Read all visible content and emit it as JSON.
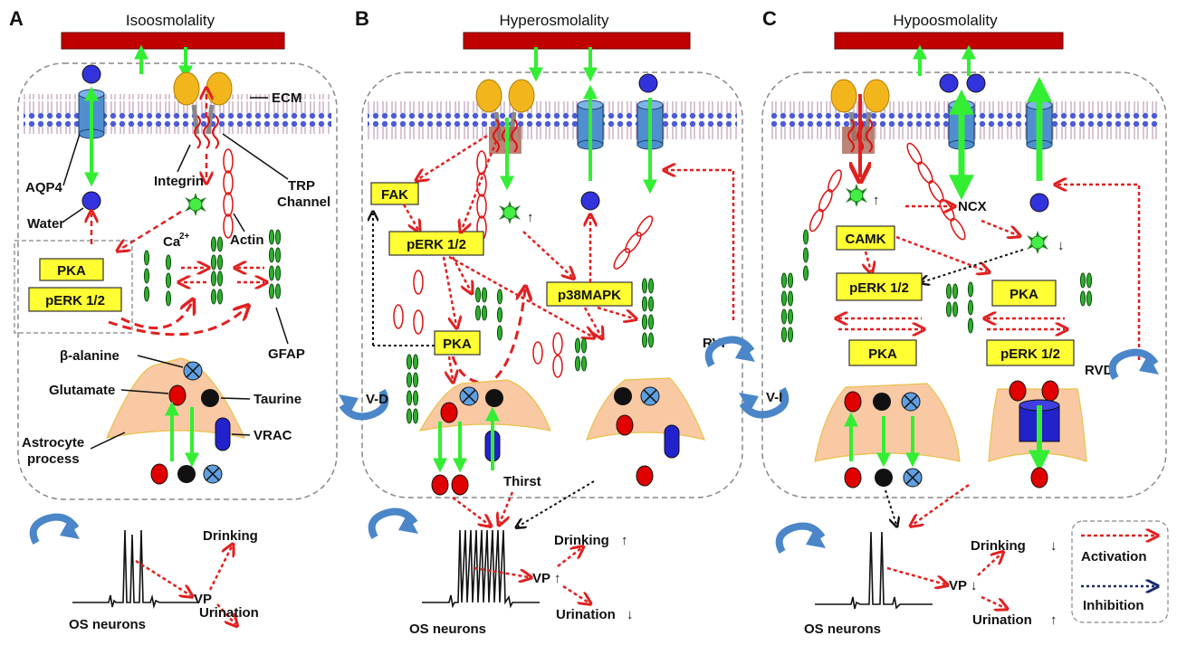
{
  "panels": [
    {
      "letter": "A",
      "title": "Isoosmolality"
    },
    {
      "letter": "B",
      "title": "Hyperosmolality"
    },
    {
      "letter": "C",
      "title": "Hypoosmolality"
    }
  ],
  "labels": {
    "ecm": "ECM",
    "aqp4": "AQP4",
    "integrin": "Integrin",
    "trp_line1": "TRP",
    "trp_line2": "Channel",
    "water": "Water",
    "ca": "Ca",
    "ca_sup": "2+",
    "actin": "Actin",
    "gfap": "GFAP",
    "beta_alanine": "β-alanine",
    "glutamate": "Glutamate",
    "taurine": "Taurine",
    "vrac": "VRAC",
    "astro_line1": "Astrocyte",
    "astro_line2": "process",
    "os_neurons": "OS neurons",
    "drinking": "Drinking",
    "vp": "VP",
    "urination": "Urination",
    "thirst": "Thirst",
    "rvi": "RVI",
    "rvd": "RVD",
    "vd": "V-D",
    "vi": "V-I",
    "ncx": "NCX",
    "up": "↑",
    "down": "↓"
  },
  "boxes": {
    "pka": "PKA",
    "perk": "pERK 1/2",
    "fak": "FAK",
    "p38": "p38MAPK",
    "camk": "CAMK"
  },
  "legend": {
    "activation": "Activation",
    "inhibition": "Inhibition"
  },
  "colors": {
    "vessel": "#c00000",
    "arrow_green": "#33ee33",
    "activation": "#e02020",
    "inhibition": "#1a2a6c",
    "astro": "#f9c9a4",
    "gfap": "#1a8a1a",
    "ca_ion": "#44ee44",
    "water": "#3333dd",
    "yellow_box": "#ffff33"
  }
}
